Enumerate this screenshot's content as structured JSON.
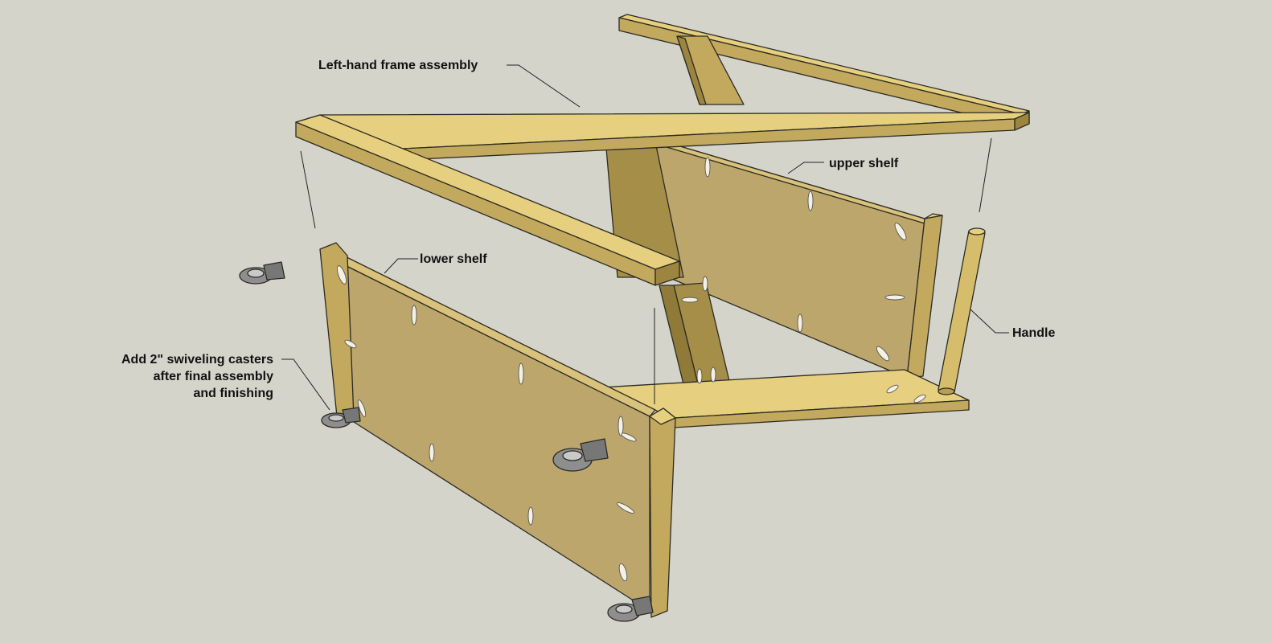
{
  "labels": {
    "frame": "Left-hand frame assembly",
    "upper_shelf": "upper shelf",
    "lower_shelf": "lower shelf",
    "handle": "Handle",
    "casters": {
      "line1": "Add 2\" swiveling casters",
      "line2": "after final assembly",
      "line3": "and finishing"
    }
  },
  "colors": {
    "background": "#d5d4ca",
    "wood_top": "#e6cf7e",
    "wood_face": "#c3a95d",
    "wood_side": "#9c863f",
    "shelf_panel": "#bca66c",
    "outline": "#2b2b24",
    "caster": "#8e8e8e"
  }
}
